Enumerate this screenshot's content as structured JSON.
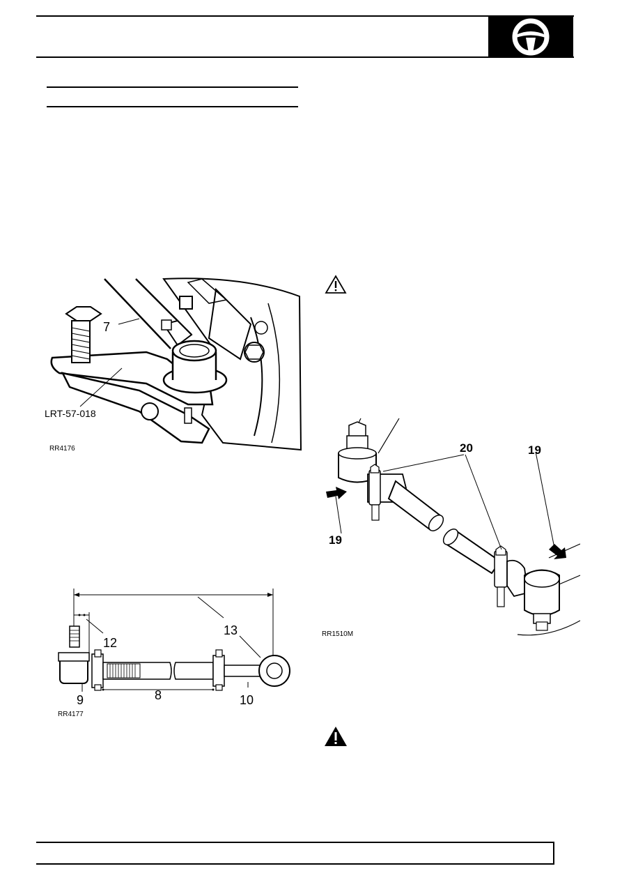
{
  "header": {
    "icon": "steering-wheel-icon",
    "accent": "#000000"
  },
  "figures": {
    "fig1": {
      "code": "RR4176",
      "callouts": {
        "arm": "7",
        "tool": "LRT-57-018"
      }
    },
    "fig2": {
      "code": "RR4177",
      "callouts": {
        "c8": "8",
        "c9": "9",
        "c10": "10",
        "c12": "12",
        "c13": "13"
      }
    },
    "fig3": {
      "code": "RR1510M",
      "callouts": {
        "c19a": "19",
        "c19b": "19",
        "c20": "20"
      }
    }
  },
  "notices": {
    "caution_icon": "caution-triangle-outline-icon",
    "warning_icon": "warning-triangle-solid-icon"
  }
}
